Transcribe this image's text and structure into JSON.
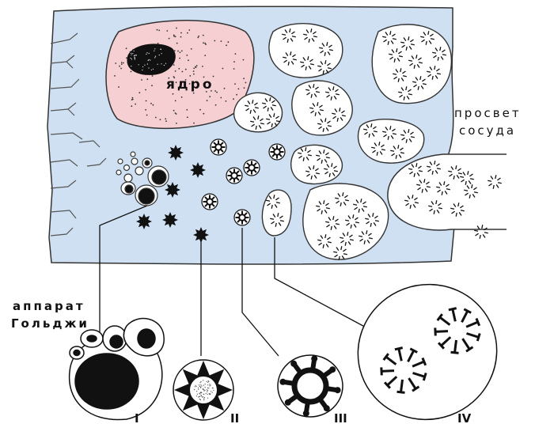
{
  "labels": {
    "nucleus": "ядро",
    "lumen_line1": "просвет",
    "lumen_line2": "сосуда",
    "golgi_line1": "аппарат",
    "golgi_line2": "Гольджи"
  },
  "stages": [
    "I",
    "II",
    "III",
    "IV"
  ],
  "colors": {
    "cytoplasm": "#cfe0f2",
    "nucleus": "#f6cfd3",
    "outline": "#222222",
    "granule": "#111111",
    "vesicle": "#ffffff"
  }
}
